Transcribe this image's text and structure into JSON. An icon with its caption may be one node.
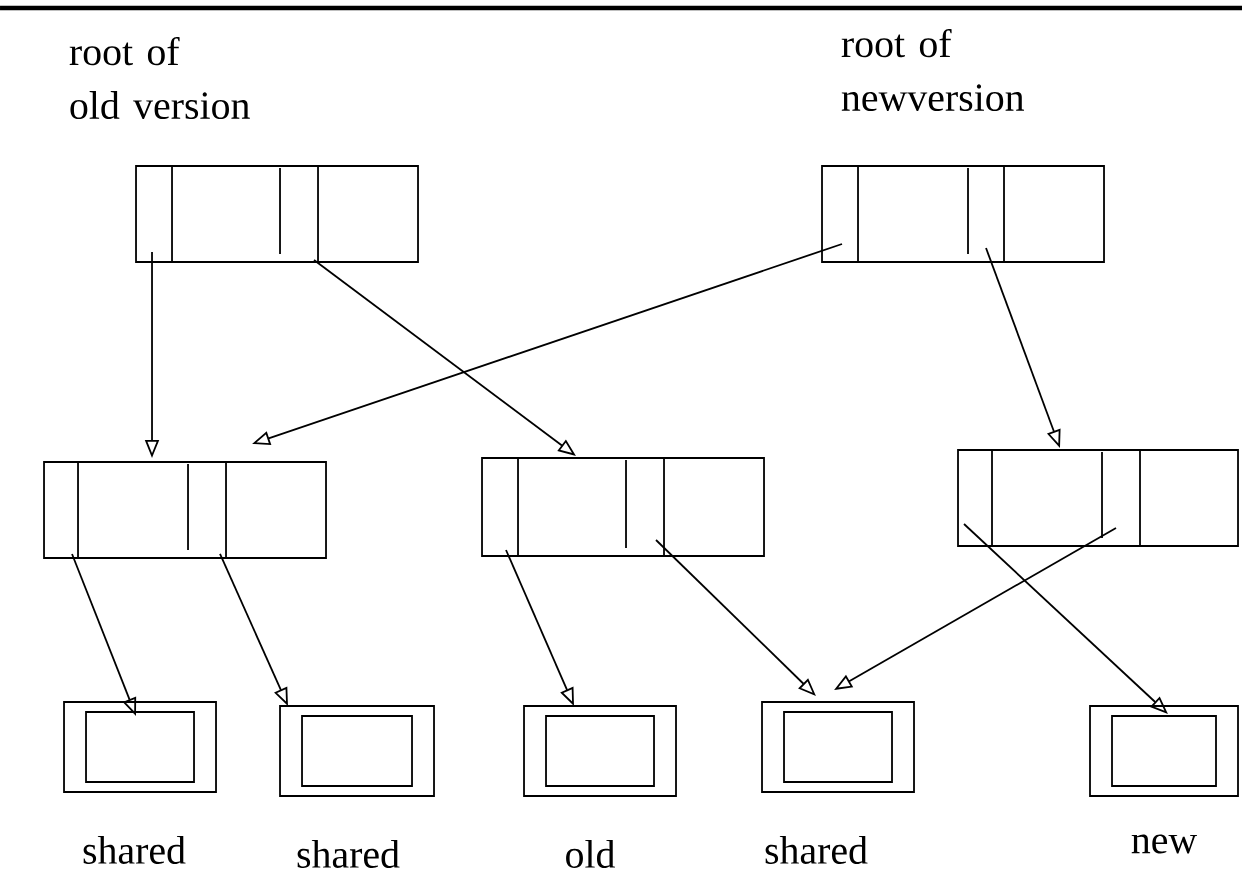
{
  "diagram": {
    "nodes": [
      {
        "text": [],
        "shape": "box",
        "beside": [
          "root of old version"
        ]
      },
      {
        "text": [],
        "shape": "box",
        "beside": [
          "root of newversion"
        ]
      },
      {
        "text": [],
        "shape": "box"
      },
      {
        "text": [],
        "shape": "box"
      },
      {
        "text": [],
        "shape": "box"
      },
      {
        "text": [],
        "shape": "box",
        "beside": [
          "shared"
        ]
      },
      {
        "text": [],
        "shape": "box",
        "beside": [
          "shared"
        ]
      },
      {
        "text": [],
        "shape": "box",
        "beside": [
          "old"
        ]
      },
      {
        "text": [],
        "shape": "box",
        "beside": [
          "shared"
        ]
      },
      {
        "text": [],
        "shape": "box",
        "beside": [
          "new"
        ]
      }
    ],
    "edges": [
      {
        "from": 0,
        "to": 2,
        "arrow": "to"
      },
      {
        "from": 0,
        "to": 3,
        "arrow": "to"
      },
      {
        "from": 1,
        "to": 2,
        "arrow": "to"
      },
      {
        "from": 1,
        "to": 4,
        "arrow": "to"
      },
      {
        "from": 2,
        "to": 5,
        "arrow": "to"
      },
      {
        "from": 2,
        "to": 6,
        "arrow": "to"
      },
      {
        "from": 3,
        "to": 7,
        "arrow": "to"
      },
      {
        "from": 3,
        "to": 8,
        "arrow": "to"
      },
      {
        "from": 4,
        "to": 8,
        "arrow": "to"
      },
      {
        "from": 4,
        "to": 9,
        "arrow": "to"
      }
    ]
  }
}
